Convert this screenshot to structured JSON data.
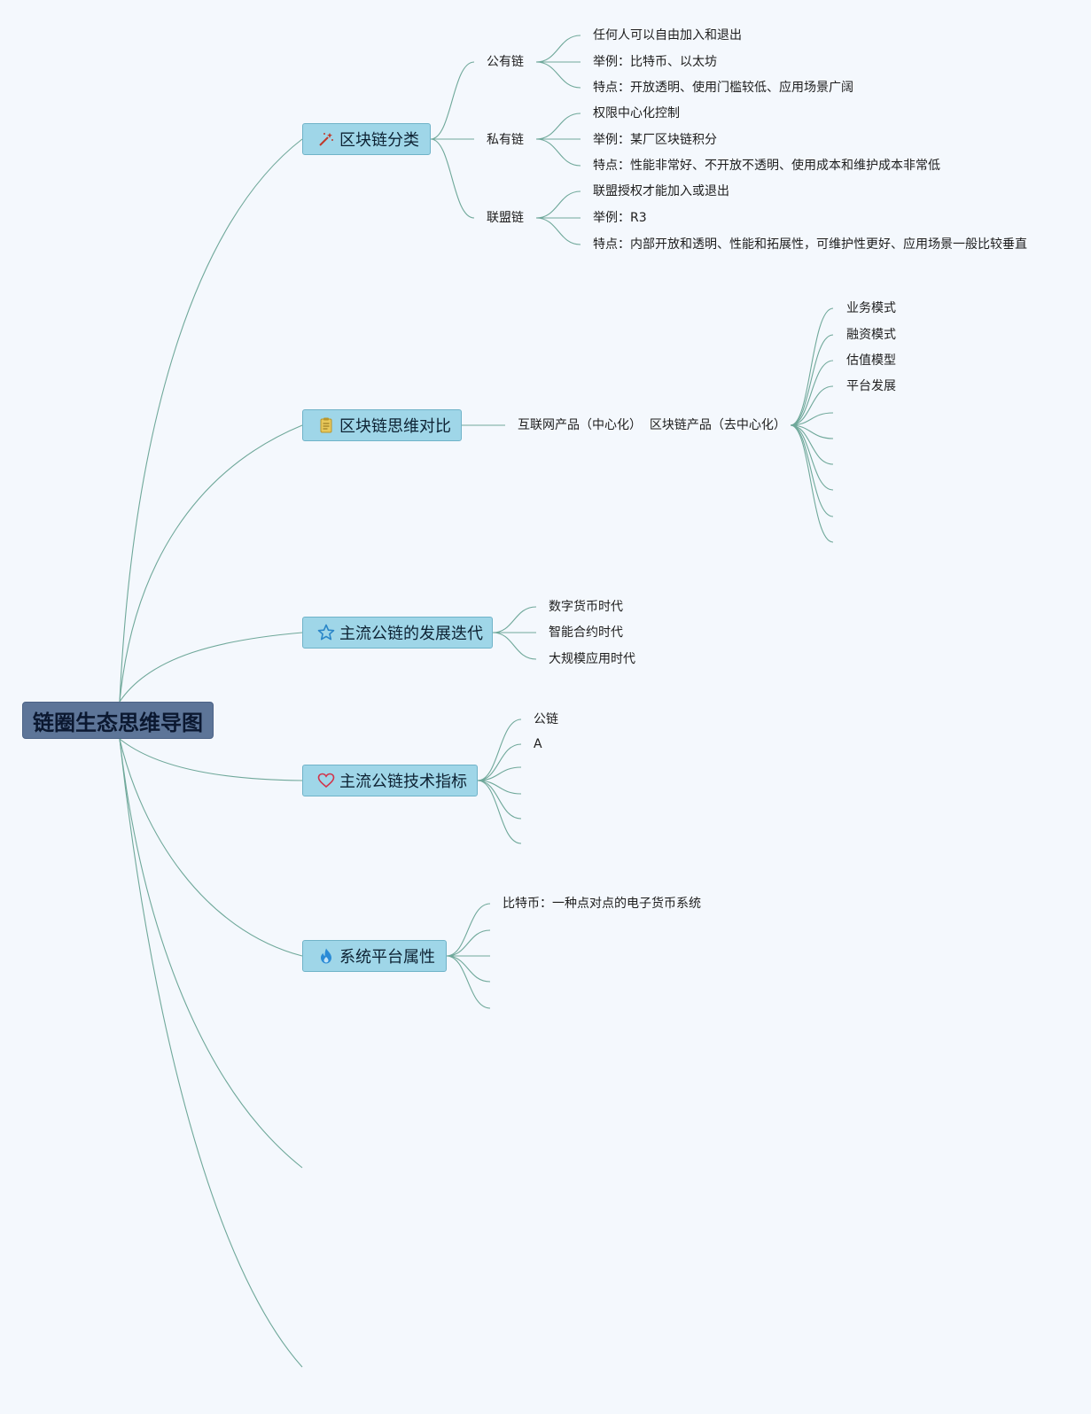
{
  "title": "链圈生态思维导图",
  "branches": {
    "classification": {
      "label": "区块链分类",
      "icon": "magic-wand-icon",
      "groups": [
        {
          "label": "公有链",
          "items": [
            "任何人可以自由加入和退出",
            "举例：比特币、以太坊",
            "特点：开放透明、使用门槛较低、应用场景广阔"
          ]
        },
        {
          "label": "私有链",
          "items": [
            "权限中心化控制",
            "举例：某厂区块链积分",
            "特点：性能非常好、不开放不透明、使用成本和维护成本非常低"
          ]
        },
        {
          "label": "联盟链",
          "items": [
            "联盟授权才能加入或退出",
            "举例：R3",
            "特点：内部开放和透明、性能和拓展性，可维护性更好、应用场景一般比较垂直"
          ]
        }
      ]
    },
    "comparison": {
      "label": "区块链思维对比",
      "icon": "clipboard-icon",
      "header": "互联网产品（中心化）  区块链产品（去中心化）",
      "items": [
        "业务模式",
        "融资模式",
        "估值模型",
        "平台发展"
      ]
    },
    "evolution": {
      "label": "主流公链的发展迭代",
      "icon": "star-icon",
      "items": [
        "数字货币时代",
        "智能合约时代",
        "大规模应用时代"
      ]
    },
    "metrics": {
      "label": "主流公链技术指标",
      "icon": "heart-icon",
      "items": [
        "公链",
        "A"
      ]
    },
    "platform": {
      "label": "系统平台属性",
      "icon": "flame-icon",
      "items": [
        "比特币：一种点对点的电子货币系统"
      ]
    }
  },
  "colors": {
    "root_bg": "#5d7598",
    "branch_bg": "#9fd6e8",
    "link": "#6fa89a"
  }
}
